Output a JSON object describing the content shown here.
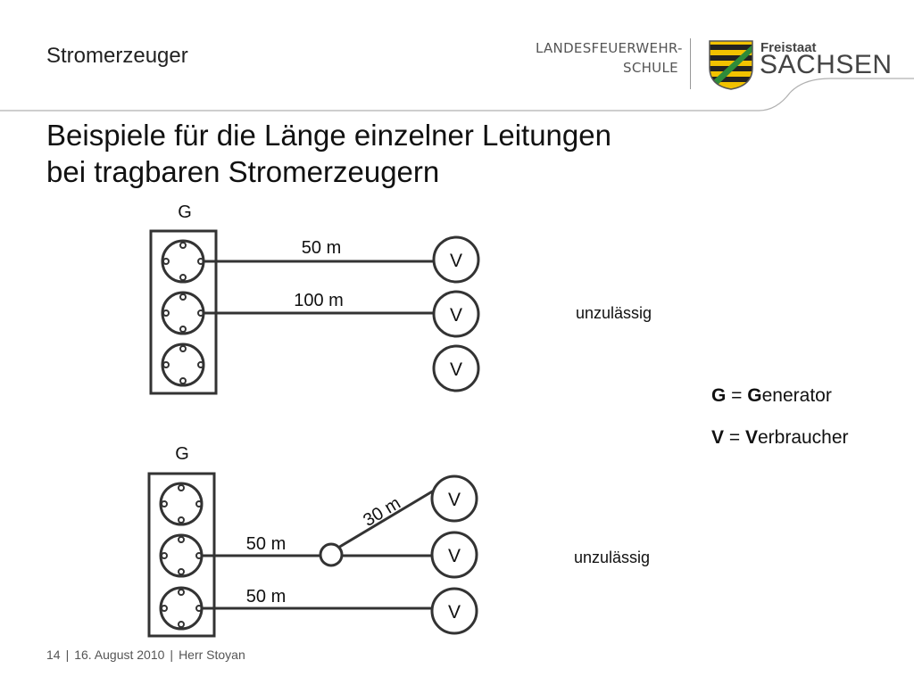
{
  "header": {
    "title": "Stromerzeuger",
    "logo_school_line1": "LANDESFEUERWEHR-",
    "logo_school_line2": "SCHULE",
    "logo_freistaat": "Freistaat",
    "logo_sachsen": "SACHSEN"
  },
  "slide": {
    "title_line1": "Beispiele für die Länge einzelner Leitungen",
    "title_line2": "bei tragbaren Stromerzeugern"
  },
  "diagram_top": {
    "generator_label": "G",
    "cable1_label": "50 m",
    "cable2_label": "100 m",
    "consumer_labels": [
      "V",
      "V",
      "V"
    ],
    "status": "unzulässig"
  },
  "diagram_bottom": {
    "generator_label": "G",
    "cable1_label": "50 m",
    "cable2_label": "50 m",
    "branch_label": "30 m",
    "consumer_labels": [
      "V",
      "V",
      "V"
    ],
    "status": "unzulässig"
  },
  "legend": {
    "g_key": "G",
    "g_eq": " = ",
    "g_bold": "G",
    "g_rest": "enerator",
    "v_key": "V",
    "v_eq": " = ",
    "v_bold": "V",
    "v_rest": "erbraucher"
  },
  "footer": {
    "page_number": "14",
    "separator": "|",
    "date": "16. August 2010",
    "author": "Herr Stoyan"
  },
  "colors": {
    "line": "#333333",
    "shield_yellow": "#f2c200",
    "shield_black": "#222222",
    "shield_green": "#2e8b3a"
  }
}
